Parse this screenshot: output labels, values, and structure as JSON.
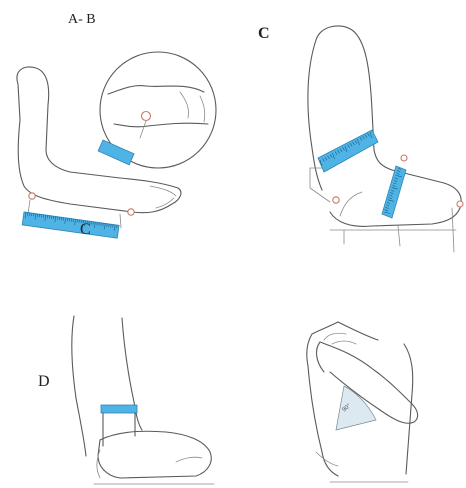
{
  "labels": {
    "panel_ab": "A- B",
    "panel_c": "C",
    "panel_c_inset": "C",
    "panel_d": "D"
  },
  "colors": {
    "tape": "#4fb3e6",
    "tape_edge": "#2a86b5",
    "line": "#5a5a5a",
    "landmark": "#c97a6a",
    "background": "#ffffff"
  }
}
